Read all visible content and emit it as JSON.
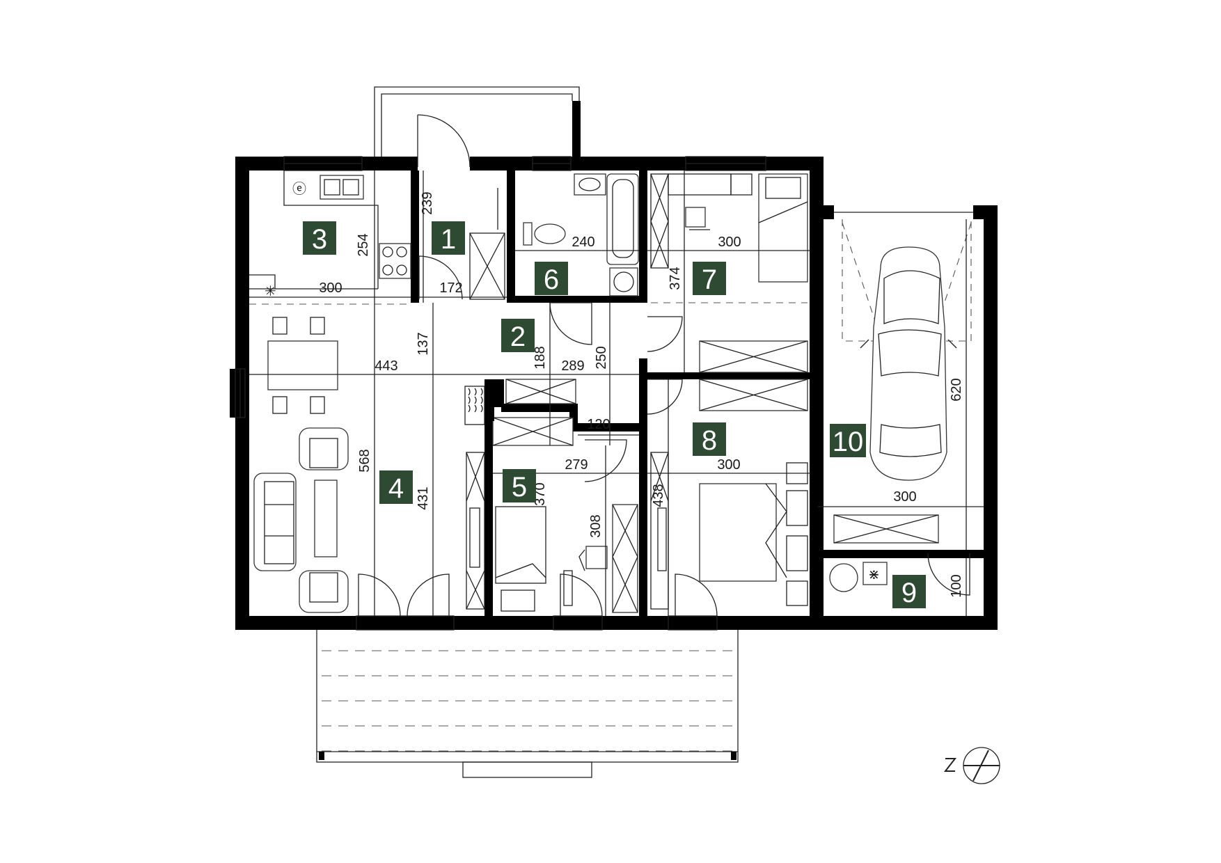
{
  "colors": {
    "wall": "#000000",
    "badge": "#2f4a33",
    "badge_text": "#ffffff",
    "line": "#222222"
  },
  "rooms": [
    {
      "number": "1"
    },
    {
      "number": "2"
    },
    {
      "number": "3"
    },
    {
      "number": "4"
    },
    {
      "number": "5"
    },
    {
      "number": "6"
    },
    {
      "number": "7"
    },
    {
      "number": "8"
    },
    {
      "number": "9"
    },
    {
      "number": "10"
    }
  ],
  "dimensions": {
    "d239": "239",
    "d254": "254",
    "d300_kitchen": "300",
    "d172": "172",
    "d240": "240",
    "d300_room7": "300",
    "d374": "374",
    "d137": "137",
    "d443": "443",
    "d188": "188",
    "d289": "289",
    "d250": "250",
    "d120": "120",
    "d568": "568",
    "d431": "431",
    "d279": "279",
    "d370": "370",
    "d308": "308",
    "d438": "438",
    "d300_room8": "300",
    "d620": "620",
    "d300_garage": "300",
    "d100": "100"
  },
  "icons": [
    "north-arrow-icon",
    "fireplace-icon",
    "car-icon",
    "stove-icon",
    "sink-icon",
    "bathtub-icon",
    "toilet-icon"
  ]
}
